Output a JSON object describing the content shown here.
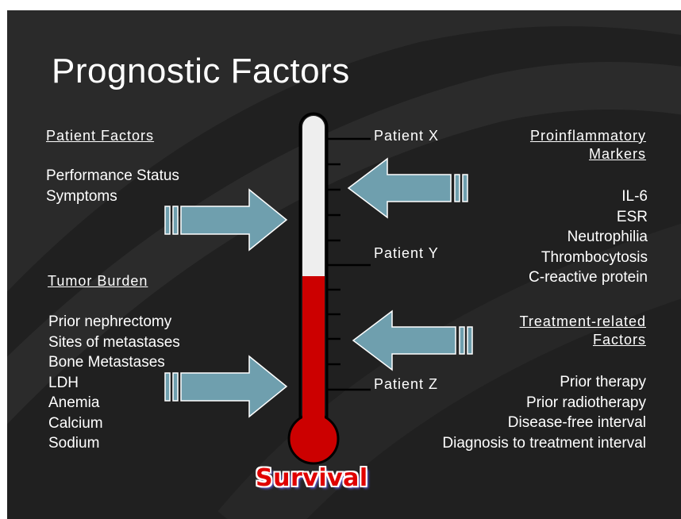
{
  "slide": {
    "title": "Prognostic Factors",
    "patient_factors": {
      "heading": "Patient Factors",
      "items": [
        "Performance Status",
        "Symptoms"
      ]
    },
    "tumor_burden": {
      "heading": "Tumor Burden",
      "items": [
        "Prior nephrectomy",
        "Sites of metastases",
        "Bone Metastases",
        "LDH",
        "Anemia",
        "Calcium",
        "Sodium"
      ]
    },
    "proinflammatory": {
      "heading_line1": "Proinflammatory",
      "heading_line2": "Markers",
      "items": [
        "IL-6",
        "ESR",
        "Neutrophilia",
        "Thrombocytosis",
        "C-reactive protein"
      ]
    },
    "treatment_related": {
      "heading_line1": "Treatment-related",
      "heading_line2": "Factors",
      "items": [
        "Prior therapy",
        "Prior radiotherapy",
        "Disease-free interval",
        "Diagnosis to treatment interval"
      ]
    },
    "thermometer": {
      "patient_labels": [
        "Patient X",
        "Patient Y",
        "Patient Z"
      ],
      "survival_label": "Survival",
      "fill_fraction": 0.52,
      "colors": {
        "fill": "#cc0000",
        "empty": "#eeeeee",
        "arrow": "#6f9fae"
      }
    }
  }
}
